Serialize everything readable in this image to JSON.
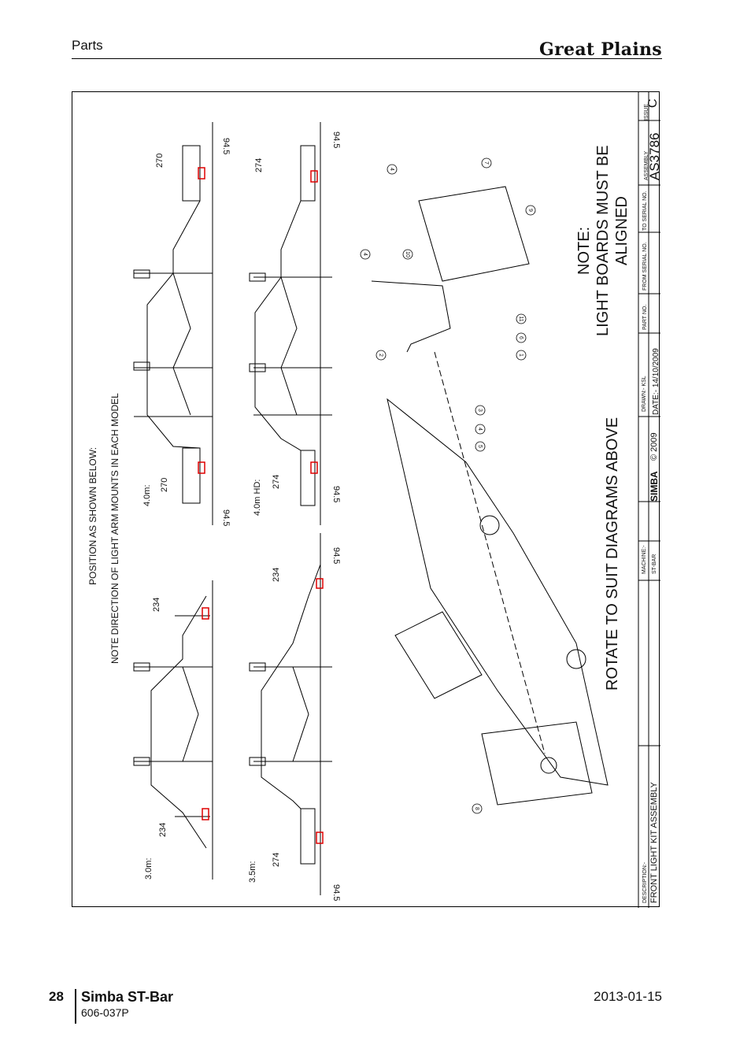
{
  "header": {
    "section": "Parts",
    "brand": "Great Plains"
  },
  "footer": {
    "page_number": "28",
    "manual_title": "Simba ST-Bar",
    "manual_code": "606-037P",
    "date": "2013-01-15"
  },
  "drawing": {
    "instructions": {
      "position": "POSITION AS SHOWN BELOW:",
      "direction": "NOTE DIRECTION OF LIGHT ARM MOUNTS IN EACH MODEL",
      "rotate": "ROTATE TO SUIT DIAGRAMS ABOVE",
      "note_title": "NOTE:",
      "note_line1": "LIGHT BOARDS MUST BE",
      "note_line2": "ALIGNED"
    },
    "models": {
      "m30": {
        "label": "3.0m:",
        "dim_a": "234",
        "dim_b": "234"
      },
      "m35": {
        "label": "3.5m:",
        "dim_a": "274",
        "dim_b": "234",
        "offset_a": "94.5",
        "offset_b": "94.5"
      },
      "m40": {
        "label": "4.0m:",
        "dim_a": "270",
        "dim_b": "270",
        "offset_a": "94.5",
        "offset_b": "94.5"
      },
      "m40hd": {
        "label": "4.0m HD:",
        "dim_a": "274",
        "dim_b": "274",
        "offset_a": "94.5",
        "offset_b": "94.5"
      }
    },
    "callouts": [
      "1",
      "2",
      "3",
      "4",
      "4",
      "4",
      "5",
      "6",
      "7",
      "8",
      "9",
      "10",
      "11"
    ],
    "title_block": {
      "description_label": "DESCRIPTION:-",
      "description": "FRONT LIGHT KIT ASSEMBLY",
      "machine_label": "MACHINE:-",
      "machine": "ST-BAR",
      "logo": "SIMBA",
      "copyright": "© 2009",
      "drawn": "DRAWN:- KSL",
      "date": "DATE:- 14/10/2009",
      "part_no": "PART NO.",
      "from_serial": "FROM SERIAL NO.",
      "to_serial": "TO SERIAL NO.",
      "assembly_label": "ASSEMBLY",
      "assembly": "AS3786",
      "issue_label": "ISSUE",
      "issue": "C"
    }
  }
}
